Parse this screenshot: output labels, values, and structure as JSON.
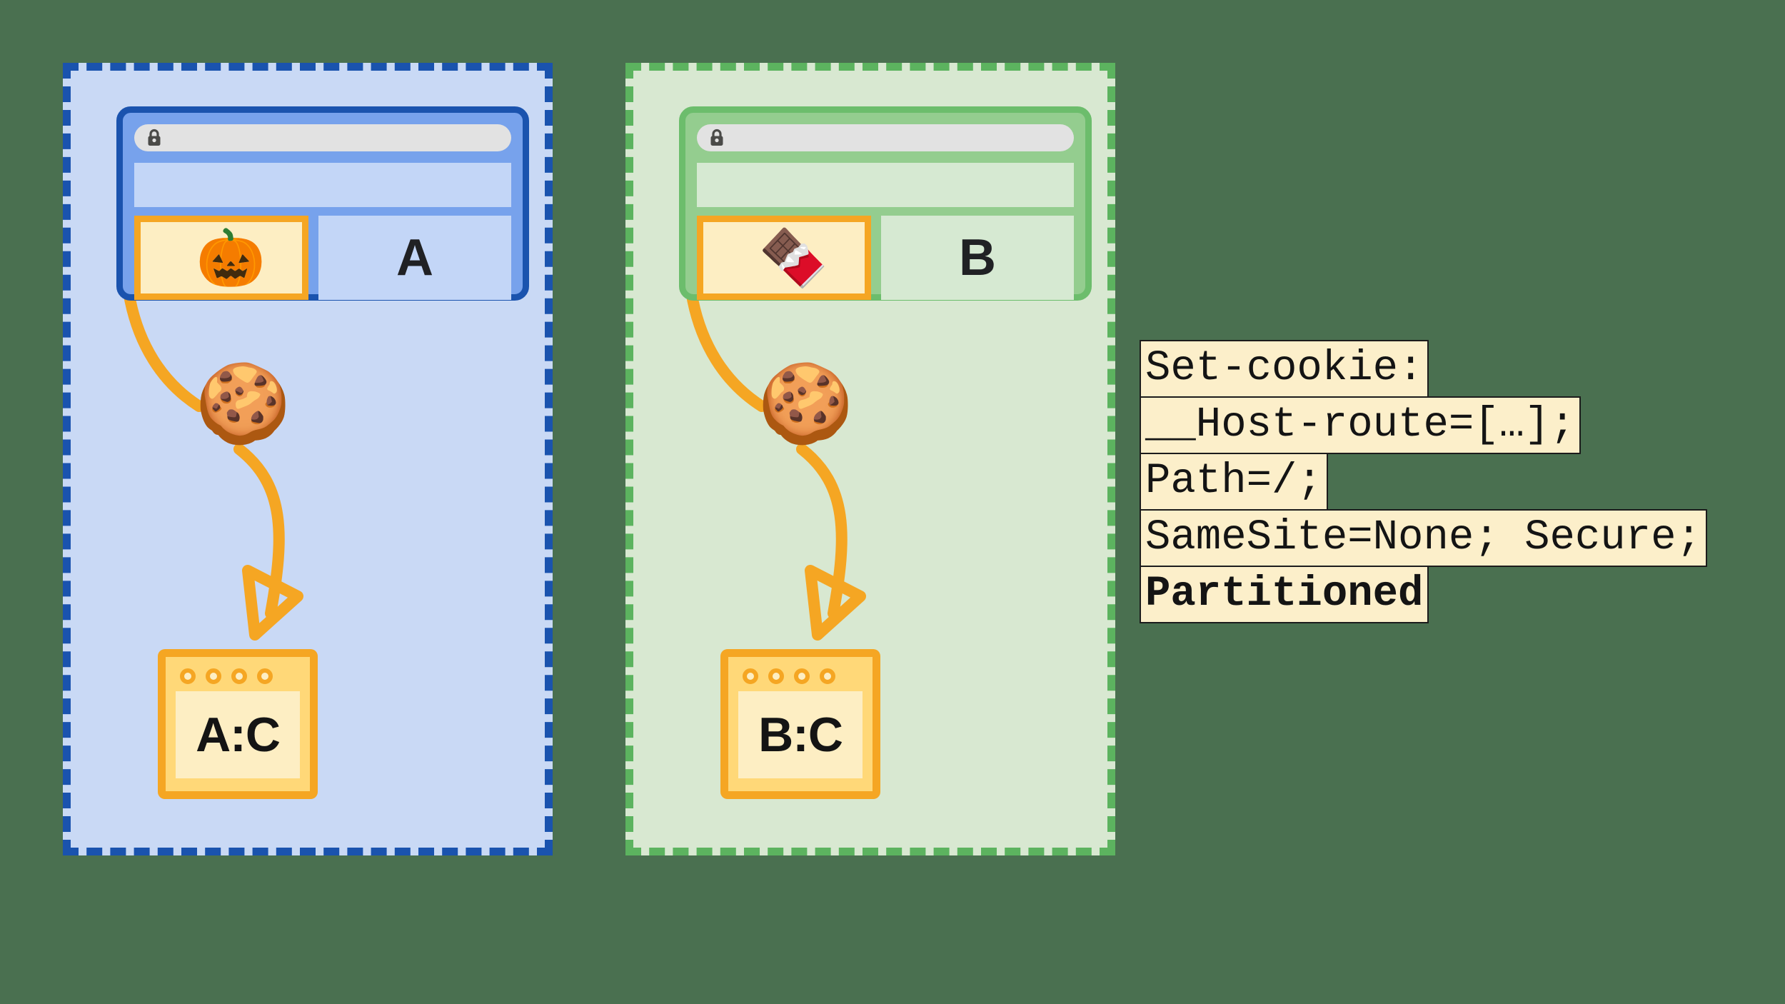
{
  "diagram": {
    "title": "Partitioned cookie (CHIPS) diagram",
    "partitions": [
      {
        "id": "a",
        "accent": "#1a53ae",
        "fill": "#c9d9f5",
        "browser": {
          "url_lock_icon": "lock-icon",
          "embedded_frame_emoji": "🎃",
          "embedded_frame_emoji_name": "jack-o-lantern-icon",
          "site_letter": "A"
        },
        "cookie_emoji": "🍪",
        "cookie_emoji_name": "cookie-icon",
        "storage": {
          "label": "A:C",
          "dot_count": 4
        }
      },
      {
        "id": "b",
        "accent": "#5cb35f",
        "fill": "#d8e8d1",
        "browser": {
          "url_lock_icon": "lock-icon",
          "embedded_frame_emoji": "🍫",
          "embedded_frame_emoji_name": "chocolate-bar-icon",
          "site_letter": "B"
        },
        "cookie_emoji": "🍪",
        "cookie_emoji_name": "cookie-icon",
        "storage": {
          "label": "B:C",
          "dot_count": 4
        }
      }
    ],
    "code_block": {
      "lines": [
        {
          "text": "Set-cookie:",
          "bold": false
        },
        {
          "text": "__Host-route=[…];",
          "bold": false
        },
        {
          "text": "Path=/;",
          "bold": false
        },
        {
          "text": "SameSite=None; Secure;",
          "bold": false
        },
        {
          "text": "Partitioned",
          "bold": true
        }
      ]
    },
    "colors": {
      "background": "#4a7050",
      "orange": "#f5a623",
      "code_bg": "#fcefca",
      "code_fg": "#141414"
    }
  }
}
